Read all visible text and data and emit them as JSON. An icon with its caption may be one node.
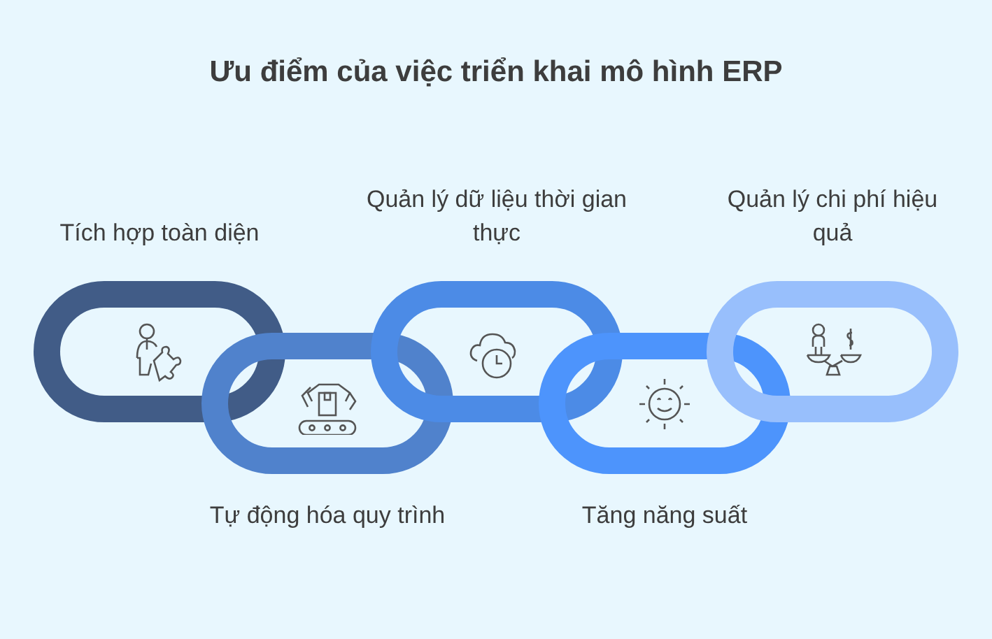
{
  "diagram": {
    "title": "Ưu điểm của việc triển khai mô hình ERP",
    "nodes": [
      {
        "text": [
          "Tích hợp toàn diện"
        ]
      },
      {
        "text": [
          "Tự động hóa quy trình"
        ]
      },
      {
        "text": [
          "Quản lý dữ liệu thời gian thực"
        ]
      },
      {
        "text": [
          "Tăng năng suất"
        ]
      },
      {
        "text": [
          "Quản lý chi phí hiệu quả"
        ]
      }
    ]
  }
}
